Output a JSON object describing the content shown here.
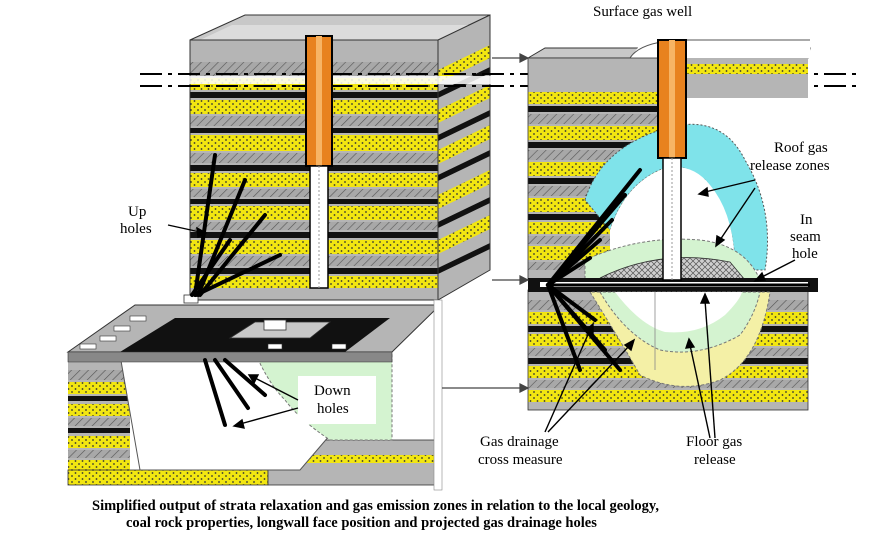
{
  "labels": {
    "surface_gas_well": "Surface gas well",
    "roof_gas_1": "Roof gas",
    "roof_gas_2": "release zones",
    "in_seam_1": "In",
    "in_seam_2": "seam",
    "in_seam_3": "hole",
    "up_holes_1": "Up",
    "up_holes_2": "holes",
    "down_holes_1": "Down",
    "down_holes_2": "holes",
    "gas_drainage_1": "Gas drainage",
    "gas_drainage_2": "cross measure",
    "floor_gas_1": "Floor gas",
    "floor_gas_2": "release"
  },
  "caption": {
    "line1": "Simplified output of strata relaxation and gas emission zones in relation to the local geology,",
    "line2": "coal rock properties, longwall face position and projected gas drainage holes"
  },
  "colors": {
    "sandstone": "#f2e611",
    "shale": "#9a9a9a",
    "coal": "#111111",
    "casing": "#e8821e",
    "roof_zone": "#7fe3ea",
    "floor_zone": "#f4f0a6",
    "relax_zone": "#d4f3d0"
  }
}
